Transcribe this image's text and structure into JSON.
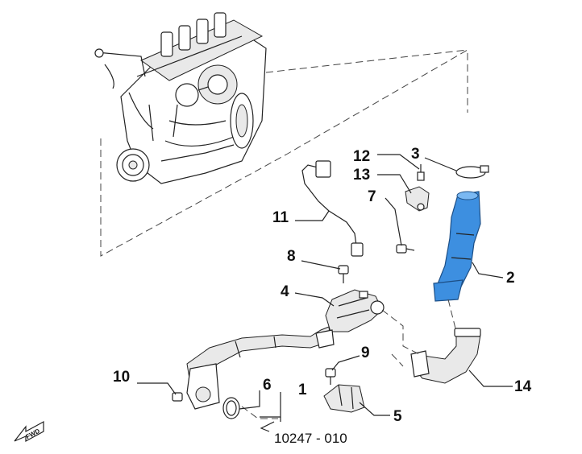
{
  "callouts": {
    "c1": "1",
    "c2": "2",
    "c3": "3",
    "c4": "4",
    "c5": "5",
    "c6": "6",
    "c7": "7",
    "c8": "8",
    "c9": "9",
    "c10": "10",
    "c11": "11",
    "c12": "12",
    "c13": "13",
    "c14": "14"
  },
  "reference_code": "10247 - 010",
  "fwd_label": "FWD",
  "colors": {
    "highlight_part": "#3d8fe0",
    "line": "#222222"
  }
}
